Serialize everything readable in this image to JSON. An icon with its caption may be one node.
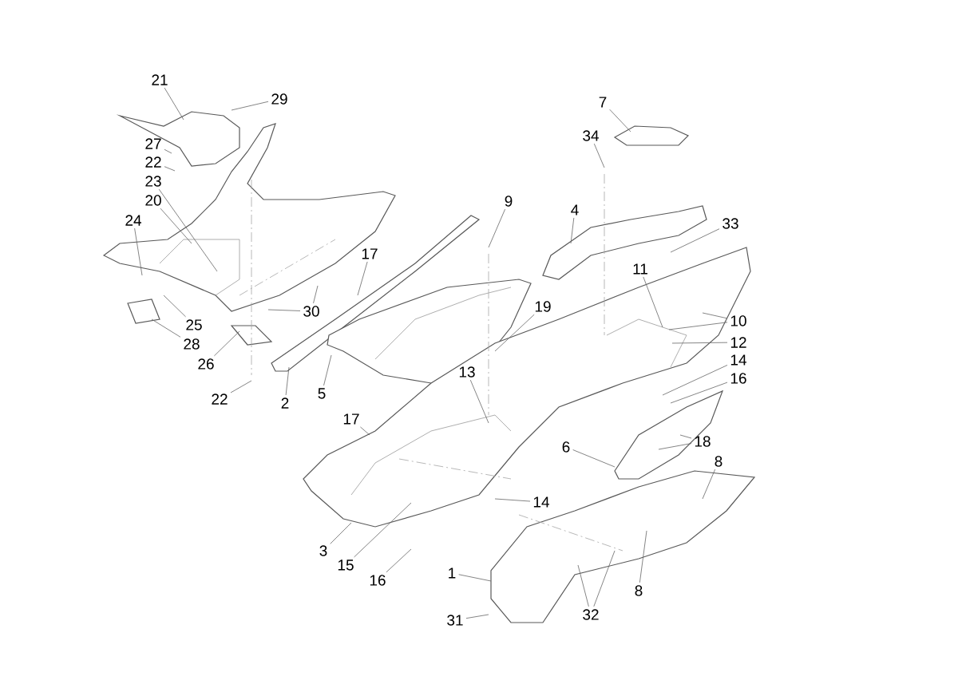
{
  "diagram": {
    "nodes": [
      {
        "text": [
          "21"
        ]
      },
      {
        "text": [
          "29"
        ]
      },
      {
        "text": [
          "27"
        ]
      },
      {
        "text": [
          "22"
        ]
      },
      {
        "text": [
          "23"
        ]
      },
      {
        "text": [
          "20"
        ]
      },
      {
        "text": [
          "24"
        ]
      },
      {
        "text": [
          "25"
        ]
      },
      {
        "text": [
          "28"
        ]
      },
      {
        "text": [
          "26"
        ]
      },
      {
        "text": [
          "22"
        ]
      },
      {
        "text": [
          "2"
        ]
      },
      {
        "text": [
          "5"
        ]
      },
      {
        "text": [
          "30"
        ]
      },
      {
        "text": [
          "17"
        ]
      },
      {
        "text": [
          "9"
        ]
      },
      {
        "text": [
          "7"
        ]
      },
      {
        "text": [
          "34"
        ]
      },
      {
        "text": [
          "4"
        ]
      },
      {
        "text": [
          "33"
        ]
      },
      {
        "text": [
          "11"
        ]
      },
      {
        "text": [
          "10"
        ]
      },
      {
        "text": [
          "12"
        ]
      },
      {
        "text": [
          "19"
        ]
      },
      {
        "text": [
          "14"
        ]
      },
      {
        "text": [
          "16"
        ]
      },
      {
        "text": [
          "13"
        ]
      },
      {
        "text": [
          "18"
        ]
      },
      {
        "text": [
          "6"
        ]
      },
      {
        "text": [
          "8"
        ]
      },
      {
        "text": [
          "17"
        ]
      },
      {
        "text": [
          "14"
        ]
      },
      {
        "text": [
          "3"
        ]
      },
      {
        "text": [
          "15"
        ]
      },
      {
        "text": [
          "16"
        ]
      },
      {
        "text": [
          "1"
        ]
      },
      {
        "text": [
          "31"
        ]
      },
      {
        "text": [
          "32"
        ]
      },
      {
        "text": [
          "8"
        ]
      }
    ],
    "edges": [
      {
        "from": 0,
        "to": null,
        "arrow": "none"
      },
      {
        "from": 1,
        "to": null,
        "arrow": "none"
      },
      {
        "from": 2,
        "to": null,
        "arrow": "none"
      },
      {
        "from": 3,
        "to": null,
        "arrow": "none"
      },
      {
        "from": 4,
        "to": null,
        "arrow": "none"
      },
      {
        "from": 5,
        "to": null,
        "arrow": "none"
      },
      {
        "from": 6,
        "to": null,
        "arrow": "none"
      },
      {
        "from": 7,
        "to": null,
        "arrow": "none"
      },
      {
        "from": 8,
        "to": null,
        "arrow": "none"
      },
      {
        "from": 9,
        "to": null,
        "arrow": "none"
      },
      {
        "from": 10,
        "to": null,
        "arrow": "none"
      },
      {
        "from": 11,
        "to": null,
        "arrow": "none"
      },
      {
        "from": 12,
        "to": null,
        "arrow": "none"
      },
      {
        "from": 13,
        "to": null,
        "arrow": "none"
      },
      {
        "from": 13,
        "to": null,
        "arrow": "none"
      },
      {
        "from": 14,
        "to": null,
        "arrow": "none"
      },
      {
        "from": 15,
        "to": null,
        "arrow": "none"
      },
      {
        "from": 16,
        "to": null,
        "arrow": "none"
      },
      {
        "from": 17,
        "to": null,
        "arrow": "none"
      },
      {
        "from": 18,
        "to": null,
        "arrow": "none"
      },
      {
        "from": 19,
        "to": null,
        "arrow": "none"
      },
      {
        "from": 20,
        "to": null,
        "arrow": "none"
      },
      {
        "from": 21,
        "to": null,
        "arrow": "none"
      },
      {
        "from": 21,
        "to": null,
        "arrow": "none"
      },
      {
        "from": 22,
        "to": null,
        "arrow": "none"
      },
      {
        "from": 23,
        "to": null,
        "arrow": "none"
      },
      {
        "from": 24,
        "to": null,
        "arrow": "none"
      },
      {
        "from": 25,
        "to": null,
        "arrow": "none"
      },
      {
        "from": 26,
        "to": null,
        "arrow": "none"
      },
      {
        "from": 27,
        "to": null,
        "arrow": "none"
      },
      {
        "from": 27,
        "to": null,
        "arrow": "none"
      },
      {
        "from": 28,
        "to": null,
        "arrow": "none"
      },
      {
        "from": 29,
        "to": null,
        "arrow": "none"
      },
      {
        "from": 30,
        "to": null,
        "arrow": "none"
      },
      {
        "from": 31,
        "to": null,
        "arrow": "none"
      },
      {
        "from": 32,
        "to": null,
        "arrow": "none"
      },
      {
        "from": 33,
        "to": null,
        "arrow": "none"
      },
      {
        "from": 34,
        "to": null,
        "arrow": "none"
      },
      {
        "from": 35,
        "to": null,
        "arrow": "none"
      },
      {
        "from": 36,
        "to": null,
        "arrow": "none"
      },
      {
        "from": 37,
        "to": null,
        "arrow": "none"
      },
      {
        "from": 37,
        "to": null,
        "arrow": "none"
      },
      {
        "from": 38,
        "to": null,
        "arrow": "none"
      }
    ]
  }
}
